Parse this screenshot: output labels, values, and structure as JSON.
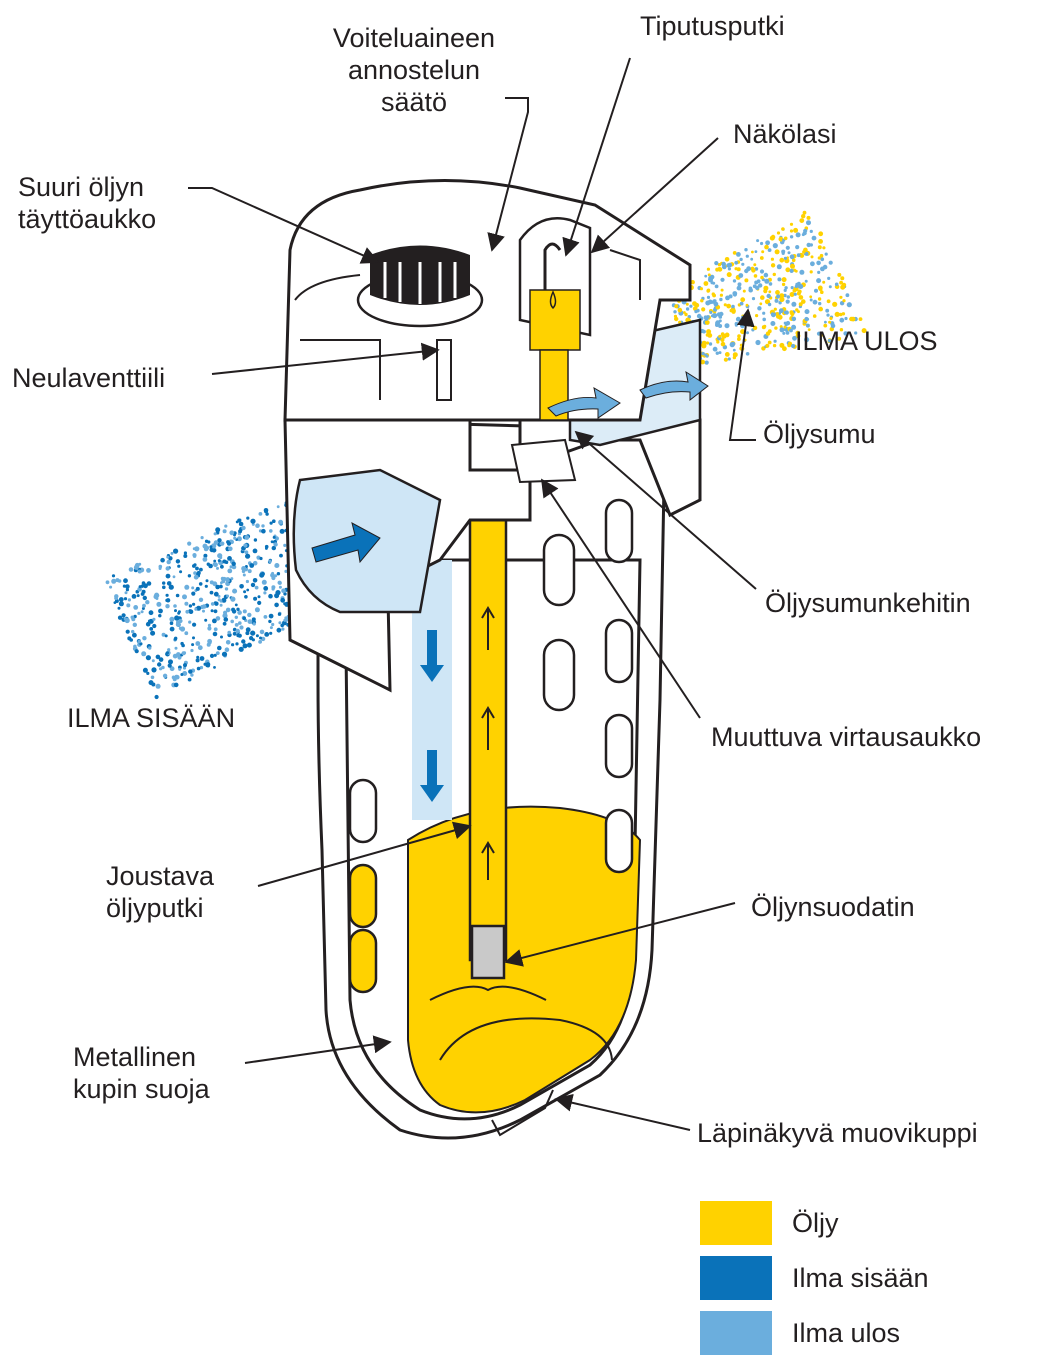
{
  "labels": {
    "voiteluaine": "Voiteluaineen\nannostelun\nsäätö",
    "tiputusputki": "Tiputusputki",
    "nakolasi": "Näkölasi",
    "tayttoaukko": "Suuri öljyn\ntäyttöaukko",
    "ilma_ulos": "ILMA ULOS",
    "neulaventtiili": "Neulaventtiili",
    "oljysumu": "Öljysumu",
    "oljysumunkehitin": "Öljysumunkehitin",
    "ilma_sisaan": "ILMA SISÄÄN",
    "virtausaukko": "Muuttuva virtausaukko",
    "oljyputki": "Joustava\nöljyputki",
    "oljynsuodatin": "Öljynsuodatin",
    "kupin_suoja": "Metallinen\nkupin suoja",
    "muovikuppi": "Läpinäkyvä muovikuppi"
  },
  "legend": [
    {
      "label": "Öljy",
      "color": "#ffd200"
    },
    {
      "label": "Ilma sisään",
      "color": "#0a72b9"
    },
    {
      "label": "Ilma ulos",
      "color": "#6baedd"
    }
  ],
  "colors": {
    "oil": "#ffd200",
    "air_in": "#0a72b9",
    "air_out": "#6baedd",
    "outline": "#231f20"
  }
}
